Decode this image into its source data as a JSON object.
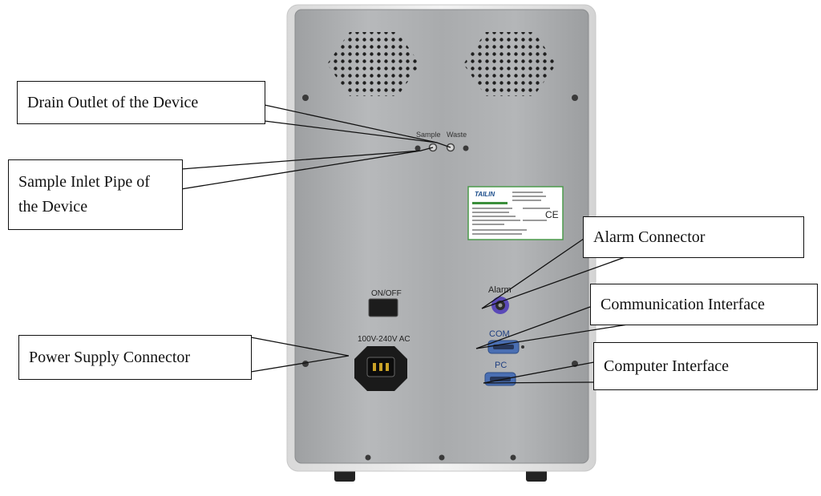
{
  "device": {
    "labels": {
      "sample": "Sample",
      "waste": "Waste",
      "on_off": "ON/OFF",
      "voltage": "100V-240V AC",
      "alarm": "Alarm",
      "com": "COM",
      "pc": "PC"
    },
    "nameplate": {
      "brand": "TAILIN",
      "ce_mark": "CE"
    }
  },
  "callouts": {
    "drain_outlet": "Drain Outlet of the Device",
    "sample_inlet_line1": "Sample Inlet Pipe of",
    "sample_inlet_line2": "the Device",
    "alarm_connector": "Alarm Connector",
    "communication_interface": "Communication Interface",
    "power_supply_connector": "Power Supply Connector",
    "computer_interface": "Computer Interface"
  },
  "colors": {
    "panel": "#aeb0b2",
    "panel_dark": "#8f9193",
    "frame": "#ececec",
    "alarm_port": "#5a49b8",
    "port_blue": "#4a6fb3"
  }
}
